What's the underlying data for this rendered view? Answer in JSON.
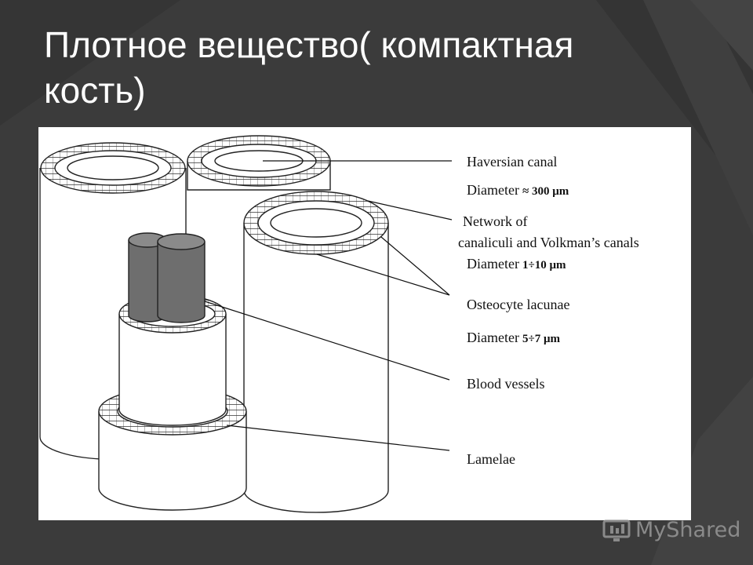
{
  "title": {
    "line1": "Плотное вещество( компактная",
    "line2": "кость)"
  },
  "labels": {
    "haversian_canal": "Haversian canal",
    "haversian_diameter_label": "Diameter",
    "haversian_diameter_value": "≈ 300 μm",
    "network_line1": "Network of",
    "network_line2": "canaliculi and Volkman’s canals",
    "network_diameter_label": "Diameter",
    "network_diameter_value": "1÷10 μm",
    "osteocyte_lacunae": "Osteocyte lacunae",
    "osteocyte_diameter_label": "Diameter",
    "osteocyte_diameter_value": "5÷7 μm",
    "blood_vessels": "Blood vessels",
    "lamelae": "Lamelae"
  },
  "watermark": {
    "text": "MyShared",
    "icon": "myshared-logo-icon"
  },
  "colors": {
    "background": "#3a3a3a",
    "vessel": "#6e6e6e",
    "ring_line": "#222222"
  }
}
